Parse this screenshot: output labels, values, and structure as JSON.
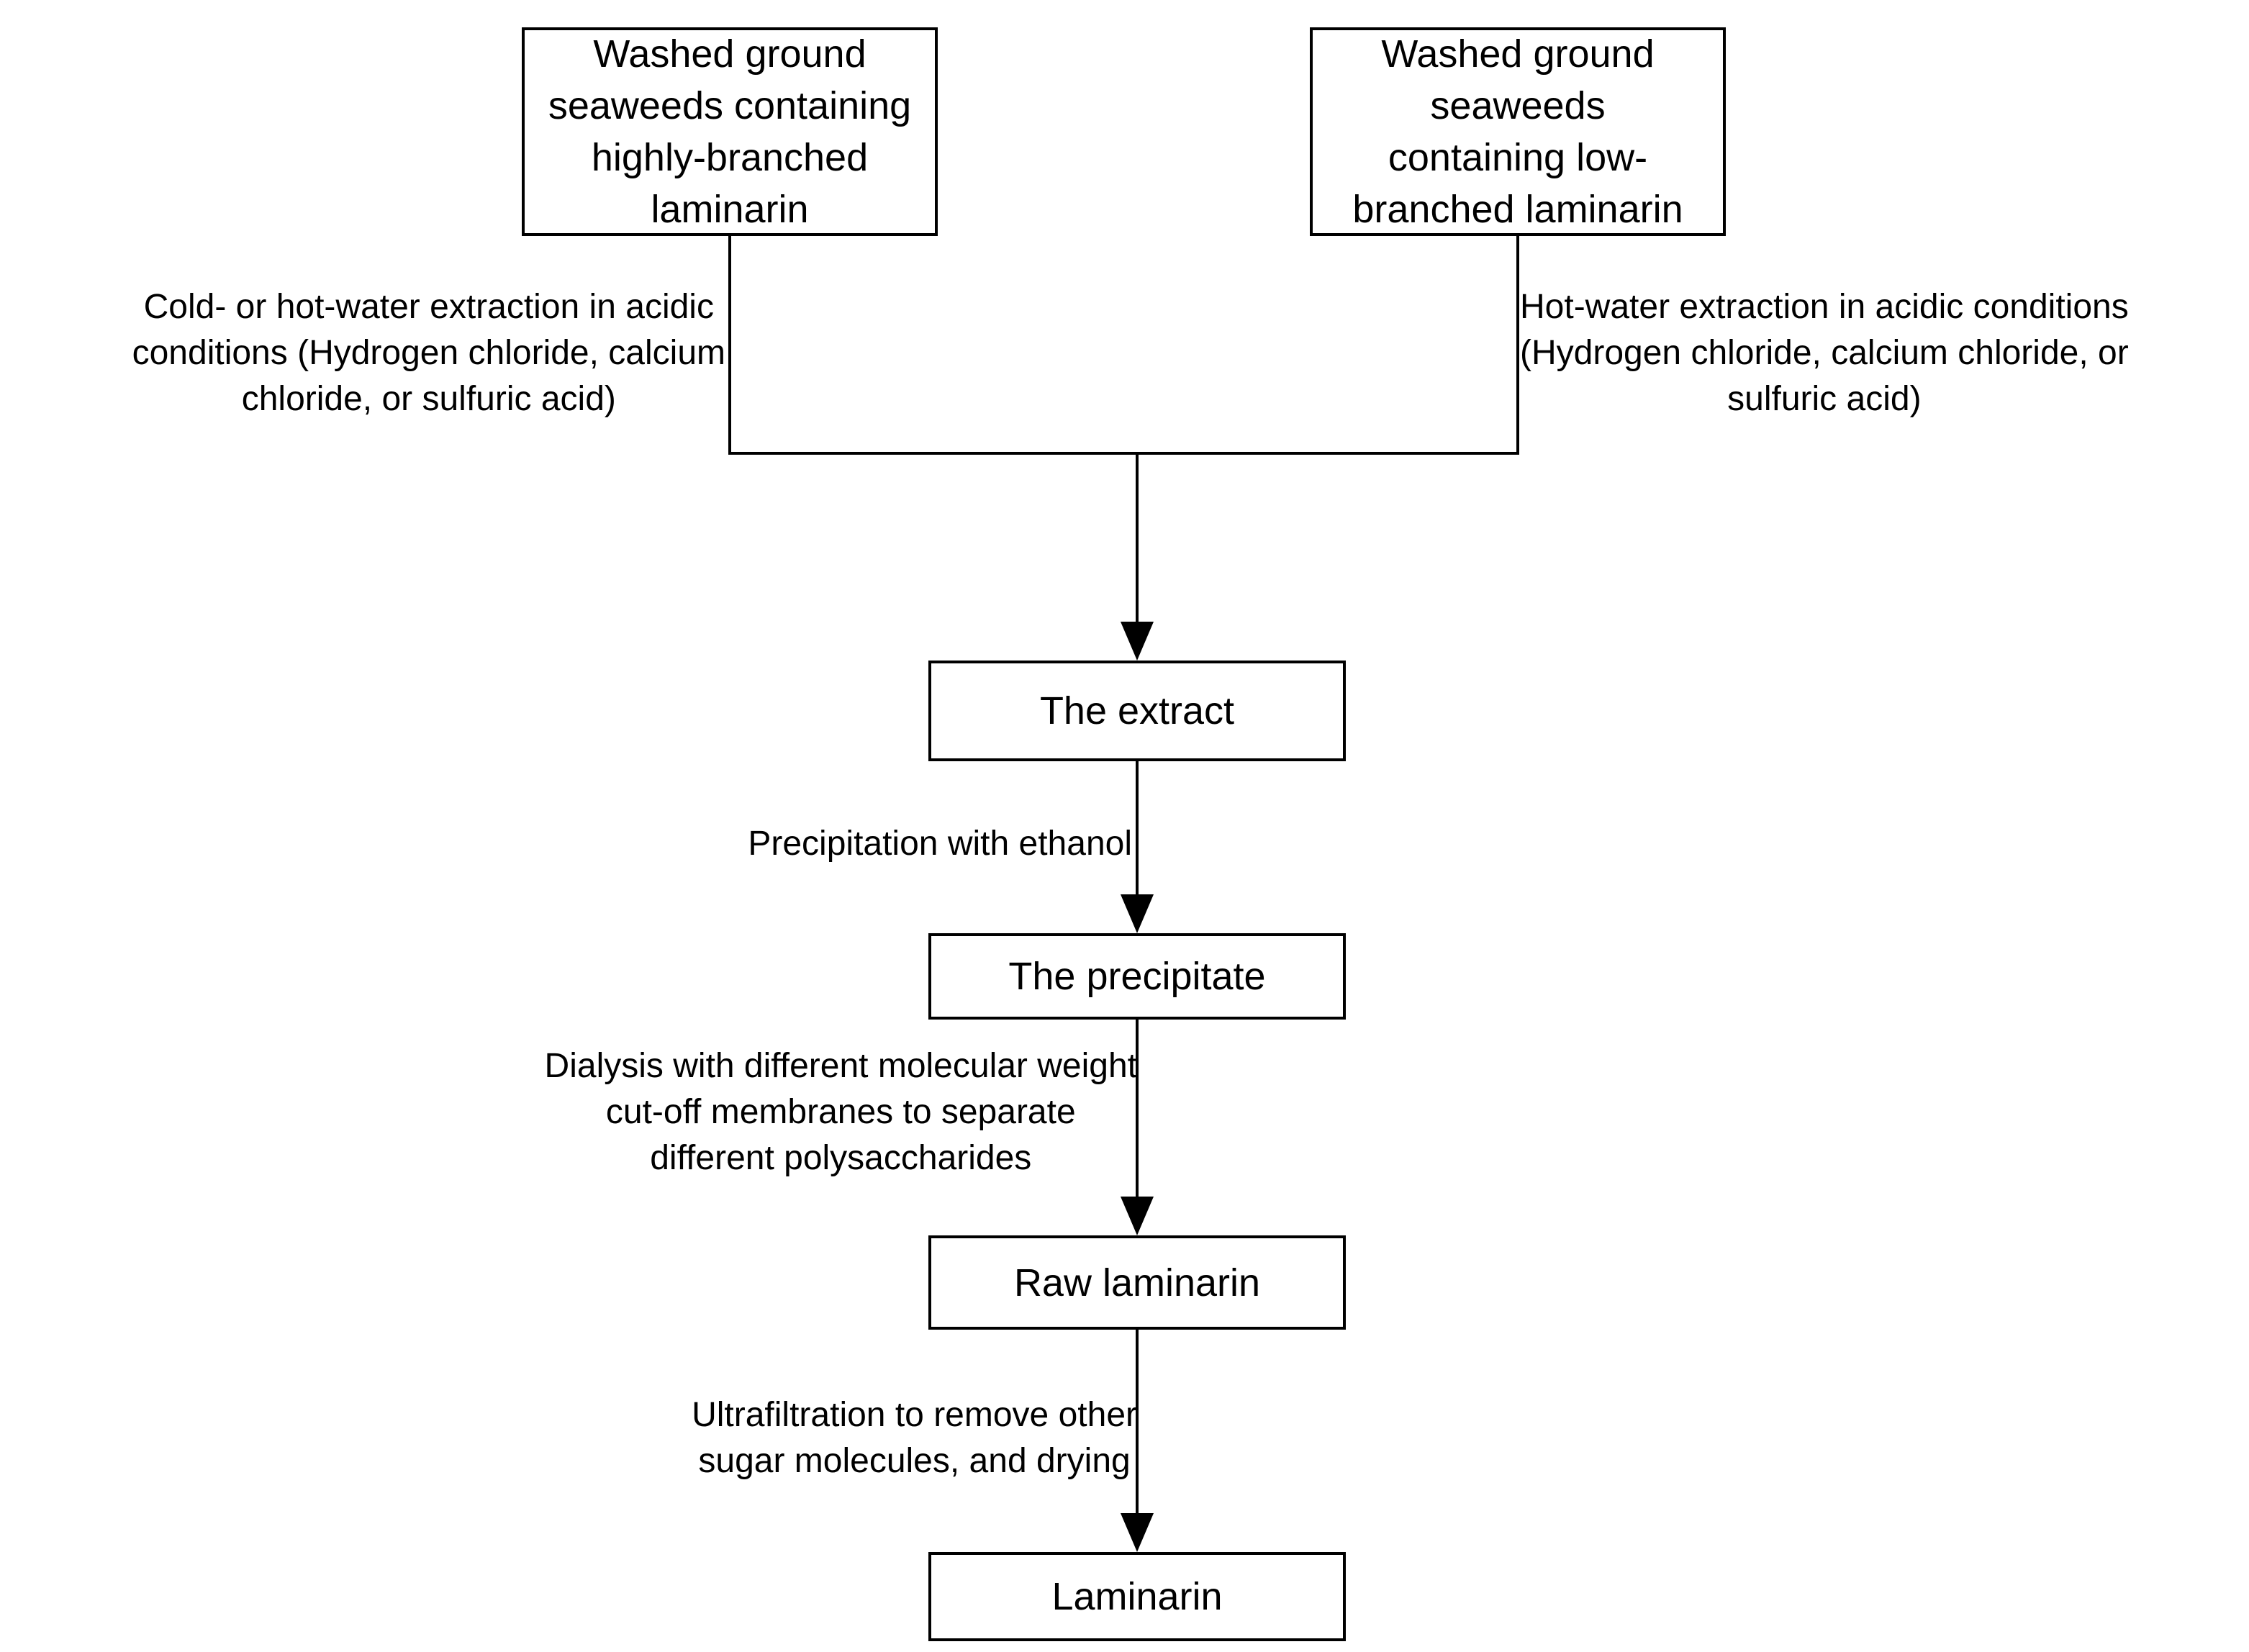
{
  "diagram": {
    "colors": {
      "background": "#ffffff",
      "line": "#000000",
      "text": "#000000"
    },
    "nodes": {
      "source_high_branched": {
        "text": "Washed ground\nseaweeds containing\nhighly-branched\nlaminarin"
      },
      "source_low_branched": {
        "text": "Washed ground\nseaweeds\ncontaining low-\nbranched laminarin"
      },
      "extract": {
        "text": "The extract"
      },
      "precipitate": {
        "text": "The precipitate"
      },
      "raw_laminarin": {
        "text": "Raw laminarin"
      },
      "laminarin": {
        "text": "Laminarin"
      }
    },
    "edge_labels": {
      "left_extraction": "Cold- or hot-water extraction in acidic\nconditions (Hydrogen chloride, calcium\nchloride, or sulfuric acid)",
      "right_extraction": "Hot-water extraction in acidic conditions\n(Hydrogen chloride, calcium chloride, or\nsulfuric acid)",
      "precipitation": "Precipitation with ethanol",
      "dialysis": "Dialysis with different molecular weight\ncut-off membranes to separate\ndifferent polysaccharides",
      "ultrafiltration": "Ultrafiltration to remove other\nsugar molecules, and drying"
    }
  }
}
